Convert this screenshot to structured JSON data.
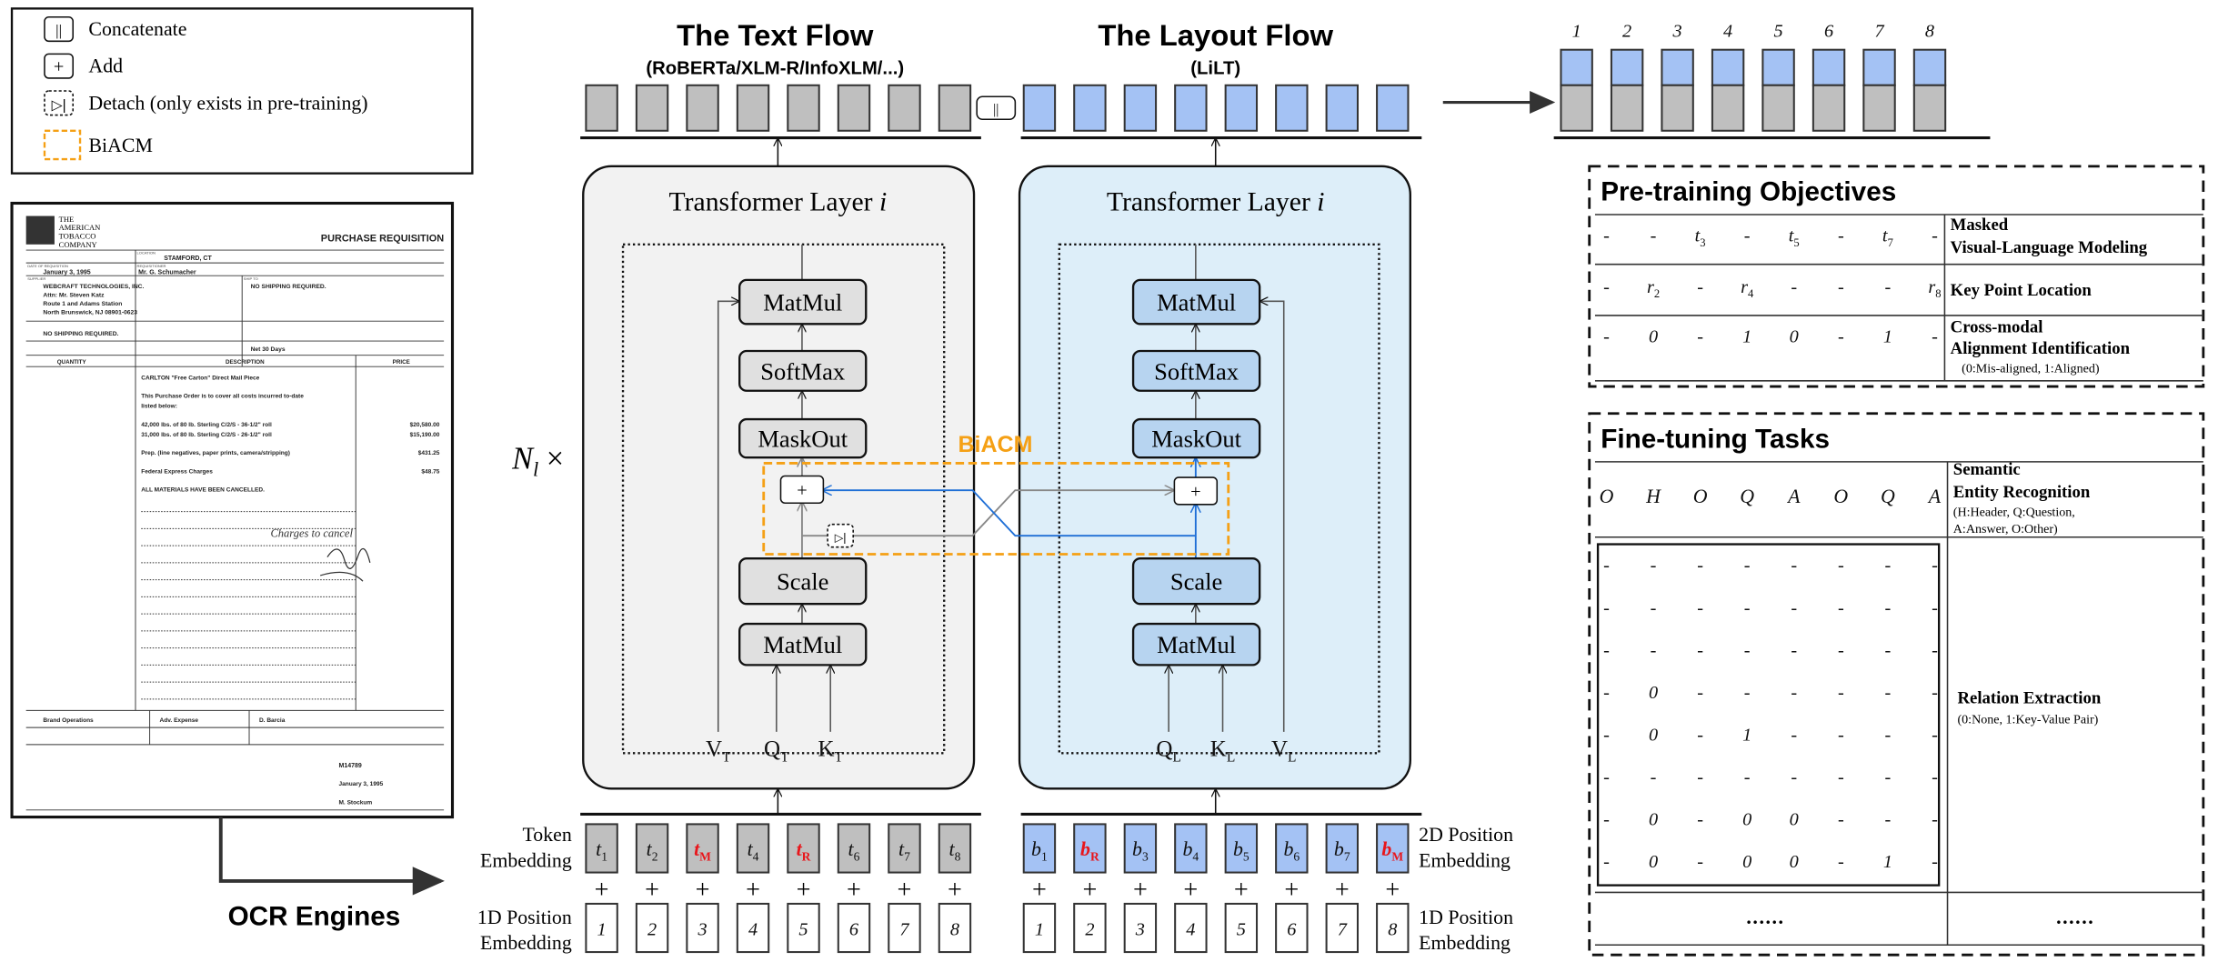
{
  "legend": {
    "items": [
      {
        "symbol": "||",
        "label": "Concatenate"
      },
      {
        "symbol": "+",
        "label": "Add"
      },
      {
        "symbol": "▷|",
        "label": "Detach (only exists in pre-training)"
      },
      {
        "symbol": "",
        "label": "BiACM"
      }
    ]
  },
  "document": {
    "company": [
      "THE",
      "AMERICAN",
      "TOBACCO",
      "COMPANY"
    ],
    "form_title": "PURCHASE REQUISITION",
    "location_label": "LOCATION",
    "location": "STAMFORD, CT",
    "date_label": "DATE OF REQUISITION",
    "date": "January 3, 1995",
    "requisitioner_label": "REQUISITIONER",
    "requisitioner": "Mr. G. Schumacher",
    "supplier_label": "SUPPLIER",
    "supplier": [
      "WEBCRAFT TECHNOLOGIES, INC.",
      "Attn: Mr. Steven Katz",
      "Route 1 and Adams Station",
      "North Brunswick, NJ 08901-0623"
    ],
    "ship_to_label": "SHIP TO",
    "ship_to": "NO SHIPPING REQUIRED.",
    "shipment": "NO SHIPPING REQUIRED.",
    "terms": "Net 30 Days",
    "col_quantity": "QUANTITY",
    "col_description": "DESCRIPTION",
    "col_price": "PRICE",
    "lines": [
      {
        "text": "CARLTON \"Free Carton\" Direct Mail Piece",
        "price": ""
      },
      {
        "text": "This Purchase Order is to cover all costs incurred to-date",
        "price": ""
      },
      {
        "text": "listed below:",
        "price": ""
      },
      {
        "text": "42,000 lbs. of 80 lb. Sterling C/2/S - 36-1/2\" roll",
        "price": "$20,580.00"
      },
      {
        "text": "31,000 lbs. of 80 lb. Sterling C/2/S - 26-1/2\" roll",
        "price": "$15,190.00"
      },
      {
        "text": "Prep. (line negatives, paper prints, camera/stripping)",
        "price": "$431.25"
      },
      {
        "text": "Federal Express Charges",
        "price": "$48.75"
      },
      {
        "text": "ALL MATERIALS HAVE BEEN CANCELLED.",
        "price": ""
      }
    ],
    "handwriting": "Charges to cancel",
    "department": "Brand Operations",
    "accounting": "Adv. Expense",
    "extra_copies": "D. Barcia",
    "po_number": "M14789",
    "po_date": "January 3, 1995",
    "signer": "M. Stockum"
  },
  "ocr_label": "OCR Engines",
  "repeat_label": {
    "base": "N",
    "sub": "l",
    "suffix": " ×"
  },
  "concat_symbol": "||",
  "add_symbol": "+",
  "detach_symbol": "▷|",
  "biacm_label": "BiACM",
  "text_flow": {
    "title": "The Text Flow",
    "subtitle": "(RoBERTa/XLM-R/InfoXLM/...)",
    "layer_title": "Transformer Layer ",
    "layer_index": "i",
    "blocks": {
      "matmul_top": "MatMul",
      "softmax": "SoftMax",
      "maskout": "MaskOut",
      "scale": "Scale",
      "matmul_bottom": "MatMul"
    },
    "inputs": [
      {
        "base": "V",
        "sub": "T"
      },
      {
        "base": "Q",
        "sub": "T"
      },
      {
        "base": "K",
        "sub": "T"
      }
    ]
  },
  "layout_flow": {
    "title": "The Layout Flow",
    "subtitle": "(LiLT)",
    "layer_title": "Transformer Layer ",
    "layer_index": "i",
    "blocks": {
      "matmul_top": "MatMul",
      "softmax": "SoftMax",
      "maskout": "MaskOut",
      "scale": "Scale",
      "matmul_bottom": "MatMul"
    },
    "inputs": [
      {
        "base": "Q",
        "sub": "L"
      },
      {
        "base": "K",
        "sub": "L"
      },
      {
        "base": "V",
        "sub": "L"
      }
    ]
  },
  "embeddings": {
    "token_label": [
      "Token",
      "Embedding"
    ],
    "tokens": [
      {
        "base": "t",
        "sub": "1",
        "masked": false
      },
      {
        "base": "t",
        "sub": "2",
        "masked": false
      },
      {
        "base": "t",
        "sub": "M",
        "masked": true
      },
      {
        "base": "t",
        "sub": "4",
        "masked": false
      },
      {
        "base": "t",
        "sub": "R",
        "masked": true
      },
      {
        "base": "t",
        "sub": "6",
        "masked": false
      },
      {
        "base": "t",
        "sub": "7",
        "masked": false
      },
      {
        "base": "t",
        "sub": "8",
        "masked": false
      }
    ],
    "pos2d_label": [
      "2D Position",
      "Embedding"
    ],
    "boxes": [
      {
        "base": "b",
        "sub": "1",
        "masked": false
      },
      {
        "base": "b",
        "sub": "R",
        "masked": true
      },
      {
        "base": "b",
        "sub": "3",
        "masked": false
      },
      {
        "base": "b",
        "sub": "4",
        "masked": false
      },
      {
        "base": "b",
        "sub": "5",
        "masked": false
      },
      {
        "base": "b",
        "sub": "6",
        "masked": false
      },
      {
        "base": "b",
        "sub": "7",
        "masked": false
      },
      {
        "base": "b",
        "sub": "M",
        "masked": true
      }
    ],
    "pos1d_label": [
      "1D Position",
      "Embedding"
    ],
    "positions": [
      "1",
      "2",
      "3",
      "4",
      "5",
      "6",
      "7",
      "8"
    ],
    "plus": "+"
  },
  "output": {
    "indices": [
      "1",
      "2",
      "3",
      "4",
      "5",
      "6",
      "7",
      "8"
    ]
  },
  "pretraining": {
    "title": "Pre-training Objectives",
    "rows": [
      {
        "cells": [
          "-",
          "-",
          {
            "base": "t",
            "sub": "3"
          },
          "-",
          {
            "base": "t",
            "sub": "5"
          },
          "-",
          {
            "base": "t",
            "sub": "7"
          },
          "-"
        ],
        "label_lines": [
          "Masked",
          "Visual-Language Modeling"
        ],
        "note": ""
      },
      {
        "cells": [
          "-",
          {
            "base": "r",
            "sub": "2"
          },
          "-",
          {
            "base": "r",
            "sub": "4"
          },
          "-",
          "-",
          "-",
          {
            "base": "r",
            "sub": "8"
          }
        ],
        "label_lines": [
          "Key Point Location"
        ],
        "note": ""
      },
      {
        "cells": [
          "-",
          "0",
          "-",
          "1",
          "0",
          "-",
          "1",
          "-"
        ],
        "label_lines": [
          "Cross-modal",
          "Alignment Identification"
        ],
        "note": "(0:Mis-aligned, 1:Aligned)"
      }
    ]
  },
  "finetuning": {
    "title": "Fine-tuning Tasks",
    "ser": {
      "cells": [
        "O",
        "H",
        "O",
        "Q",
        "A",
        "O",
        "Q",
        "A"
      ],
      "label_lines": [
        "Semantic",
        "Entity Recognition"
      ],
      "note_lines": [
        "(H:Header, Q:Question,",
        " A:Answer, O:Other)"
      ]
    },
    "re": {
      "matrix": [
        [
          "-",
          "-",
          "-",
          "-",
          "-",
          "-",
          "-",
          "-"
        ],
        [
          "-",
          "-",
          "-",
          "-",
          "-",
          "-",
          "-",
          "-"
        ],
        [
          "-",
          "-",
          "-",
          "-",
          "-",
          "-",
          "-",
          "-"
        ],
        [
          "-",
          "0",
          "-",
          "-",
          "-",
          "-",
          "-",
          "-"
        ],
        [
          "-",
          "0",
          "-",
          "1",
          "-",
          "-",
          "-",
          "-"
        ],
        [
          "-",
          "-",
          "-",
          "-",
          "-",
          "-",
          "-",
          "-"
        ],
        [
          "-",
          "0",
          "-",
          "0",
          "0",
          "-",
          "-",
          "-"
        ],
        [
          "-",
          "0",
          "-",
          "0",
          "0",
          "-",
          "1",
          "-"
        ]
      ],
      "label": "Relation Extraction",
      "note": "(0:None, 1:Key-Value Pair)"
    },
    "ellipsis_left": "......",
    "ellipsis_right": "......"
  },
  "colors": {
    "text_token": "#bfbfbf",
    "layout_token": "#a4c2f4",
    "text_layer_bg": "#f2f2f2",
    "layout_layer_bg": "#ddeef9",
    "text_block": "#e0e0e0",
    "layout_block": "#b7d4f0",
    "biacm": "#f5a015",
    "layout_link": "#1f6fd6",
    "masked": "#e8161b"
  }
}
